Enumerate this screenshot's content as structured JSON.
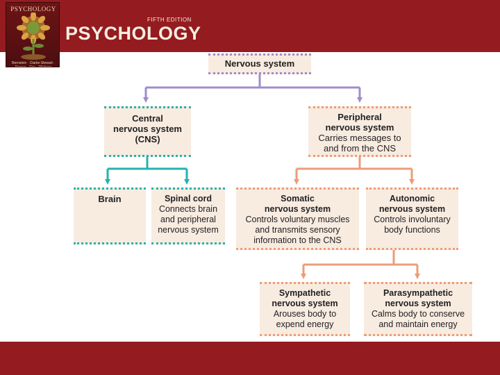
{
  "header": {
    "cover_title": "PSYCHOLOGY",
    "cover_author": "Bernstein · Clarke-Stewart · Penner · Roy · Wickens",
    "edition": "FIFTH EDITION",
    "title": "PSYCHOLOGY"
  },
  "diagram": {
    "nervous": {
      "title": "Nervous system"
    },
    "cns": {
      "title": "Central\nnervous system\n(CNS)"
    },
    "pns": {
      "title": "Peripheral\nnervous system",
      "desc": "Carries messages to\nand from the CNS"
    },
    "brain": {
      "title": "Brain"
    },
    "spinal": {
      "title": "Spinal cord",
      "desc": "Connects brain\nand peripheral\nnervous system"
    },
    "somatic": {
      "title": "Somatic\nnervous system",
      "desc": "Controls voluntary muscles\nand transmits sensory\ninformation to the CNS"
    },
    "autonomic": {
      "title": "Autonomic\nnervous system",
      "desc": "Controls involuntary\nbody functions"
    },
    "sympathetic": {
      "title": "Sympathetic\nnervous system",
      "desc": "Arouses body to\nexpend energy"
    },
    "parasympathetic": {
      "title": "Parasympathetic\nnervous system",
      "desc": "Calms body to conserve\nand maintain energy"
    }
  },
  "colors": {
    "band": "#941b1f",
    "box_fill": "#f8ebe0",
    "purple": "#9f8ccc",
    "teal": "#26b2b0",
    "orange": "#eb9d76"
  }
}
